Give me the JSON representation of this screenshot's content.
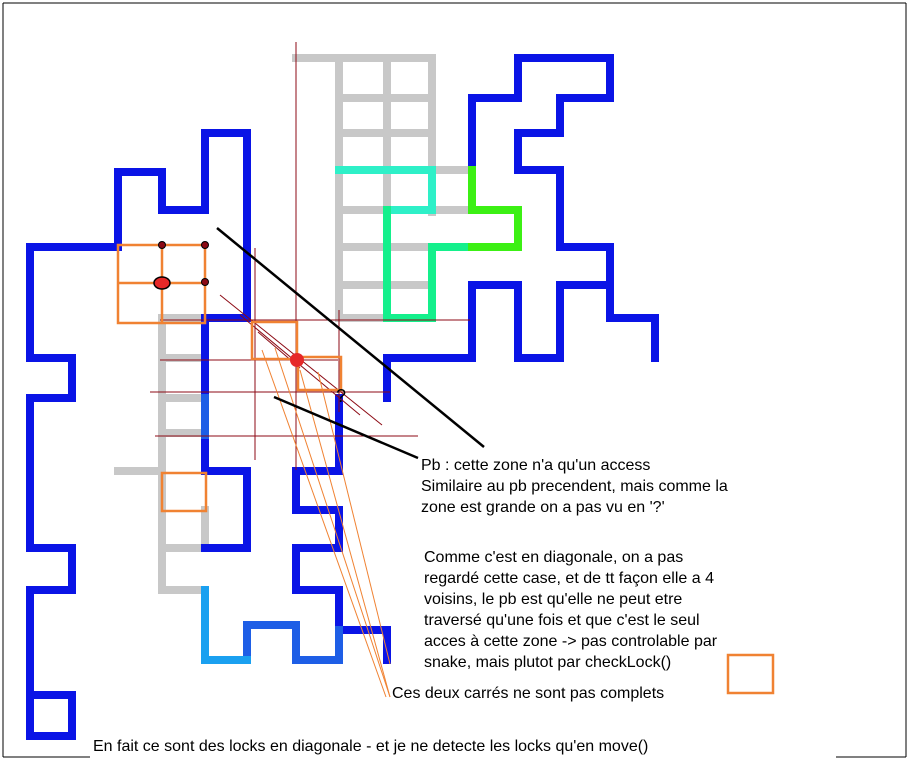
{
  "annotations": {
    "pb_note": "Pb : cette zone n'a qu'un access\nSimilaire au pb precendent, mais comme la\nzone est grande on a pas vu en '?'",
    "diagonal_note": "Comme c'est en diagonale, on a pas\nregardé cette case, et de tt façon elle a 4\nvoisins, le pb est qu'elle ne peut etre\ntraversé qu'une fois et que c'est le seul\nacces à cette zone -> pas controlable par\nsnake, mais plutot par checkLock()",
    "squares_note": "Ces deux carrés ne sont pas complets",
    "question_mark": "?",
    "footer": "En fait ce sont des locks en diagonale - et je ne detecte les locks qu'en move()"
  },
  "colors": {
    "blue": "#0a14e6",
    "mid_blue": "#1e5ee6",
    "light_blue": "#1aa0f0",
    "gray": "#c8c8c8",
    "cyan": "#2ef0c8",
    "green_teal": "#14f08c",
    "green": "#3cf014",
    "orange": "#f08232",
    "dark_red": "#8c0a14",
    "red": "#e62828",
    "black": "#000000"
  }
}
